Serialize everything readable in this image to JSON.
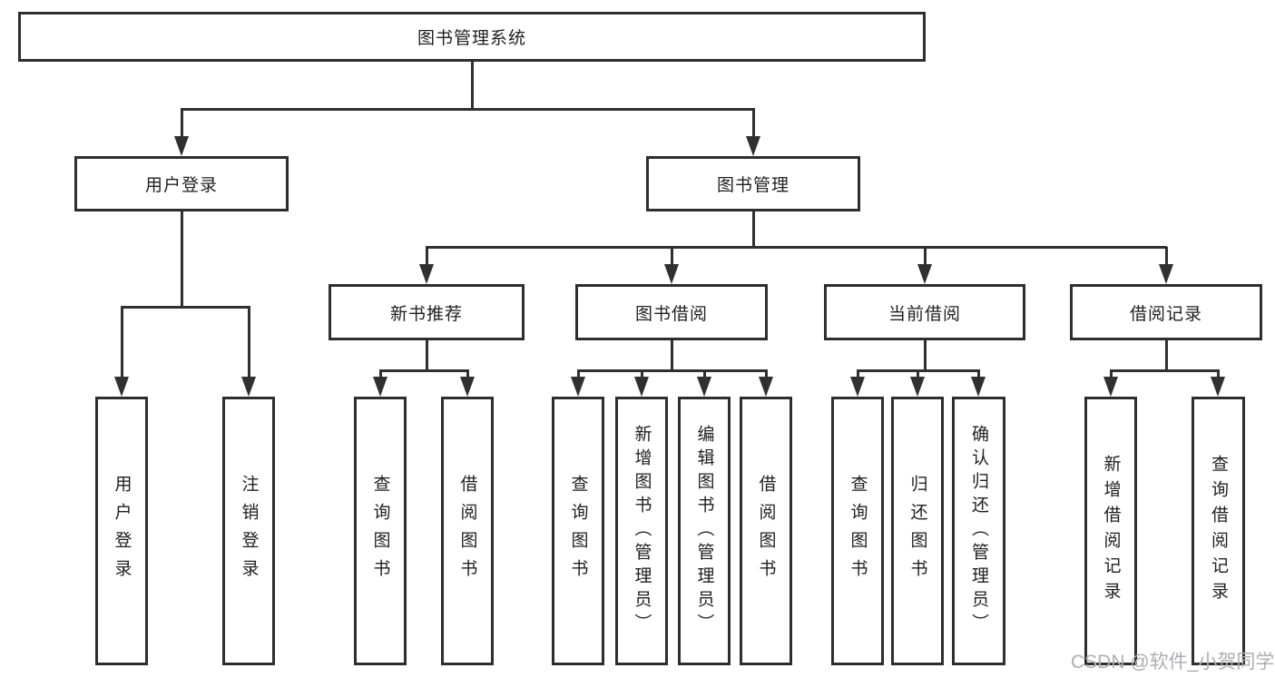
{
  "diagram": {
    "root": {
      "label": "图书管理系统"
    },
    "branches": [
      {
        "label": "用户登录",
        "children": [
          {
            "label": "用户登录"
          },
          {
            "label": "注销登录"
          }
        ]
      },
      {
        "label": "图书管理",
        "children": [
          {
            "label": "新书推荐",
            "children": [
              {
                "label": "查询图书"
              },
              {
                "label": "借阅图书"
              }
            ]
          },
          {
            "label": "图书借阅",
            "children": [
              {
                "label": "查询图书"
              },
              {
                "label": "新增图书（管理员）"
              },
              {
                "label": "编辑图书（管理员）"
              },
              {
                "label": "借阅图书"
              }
            ]
          },
          {
            "label": "当前借阅",
            "children": [
              {
                "label": "查询图书"
              },
              {
                "label": "归还图书"
              },
              {
                "label": "确认归还（管理员）"
              }
            ]
          },
          {
            "label": "借阅记录",
            "children": [
              {
                "label": "新增借阅记录"
              },
              {
                "label": "查询借阅记录"
              }
            ]
          }
        ]
      }
    ]
  },
  "watermark": {
    "text": "CSDN @软件_小贺同学"
  },
  "colors": {
    "line": "#303030",
    "border": "#2e2e2e",
    "bg": "#ffffff",
    "text": "#1f1f1f",
    "watermark": "#aeaeb4"
  }
}
